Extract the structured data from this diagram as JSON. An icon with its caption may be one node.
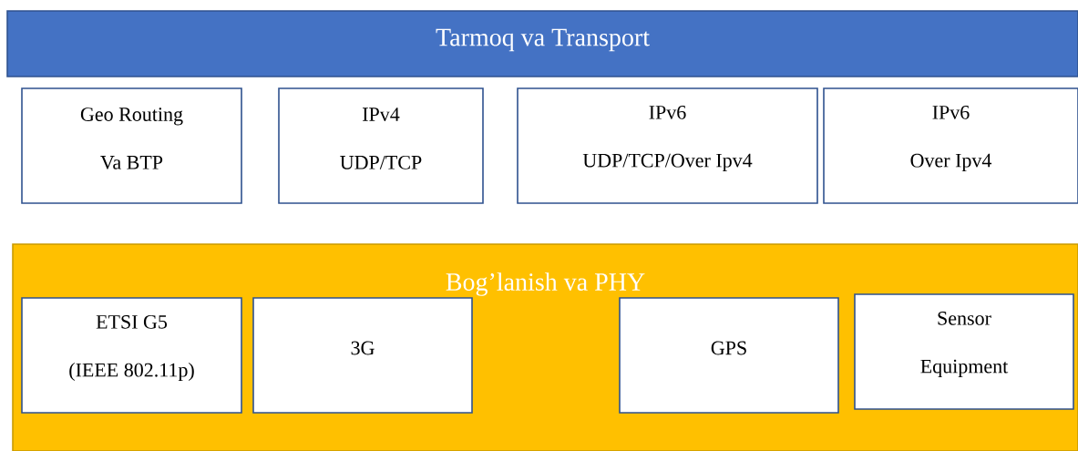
{
  "diagram": {
    "nodes": [
      {
        "text": [
          "Tarmoq va Transport"
        ]
      },
      {
        "text": [
          "Geo Routing",
          "Va BTP"
        ]
      },
      {
        "text": [
          "IPv4",
          "UDP/TCP"
        ]
      },
      {
        "text": [
          "IPv6",
          "UDP/TCP/Over Ipv4"
        ]
      },
      {
        "text": [
          "IPv6",
          "Over Ipv4"
        ]
      },
      {
        "text": [
          "Bog’lanish va PHY"
        ]
      },
      {
        "text": [
          "ETSI G5",
          "(IEEE 802.11p)"
        ],
        "in": 5
      },
      {
        "text": [
          "3G"
        ],
        "in": 5
      },
      {
        "text": [
          "GPS"
        ],
        "in": 5
      },
      {
        "text": [
          "Sensor",
          "Equipment"
        ],
        "in": 5
      }
    ]
  }
}
